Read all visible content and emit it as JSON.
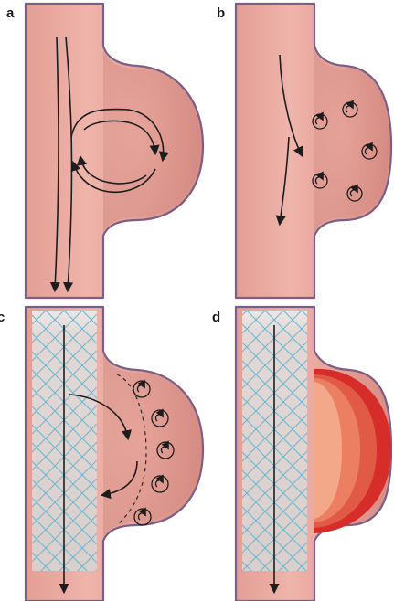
{
  "panels": [
    {
      "label": "a"
    },
    {
      "label": "b"
    },
    {
      "label": "c"
    },
    {
      "label": "d"
    }
  ],
  "colors": {
    "vessel_fill_light": "#efb2a8",
    "vessel_fill_dark": "#d88f86",
    "vessel_outline": "#7d5f86",
    "stent_mesh": "#6fb7cf",
    "stent_background": "#e4dcda",
    "thrombus_layers": [
      "#f3a889",
      "#ec7e62",
      "#e15a45",
      "#d62c2a"
    ],
    "arrows": "#1d1d1d"
  }
}
